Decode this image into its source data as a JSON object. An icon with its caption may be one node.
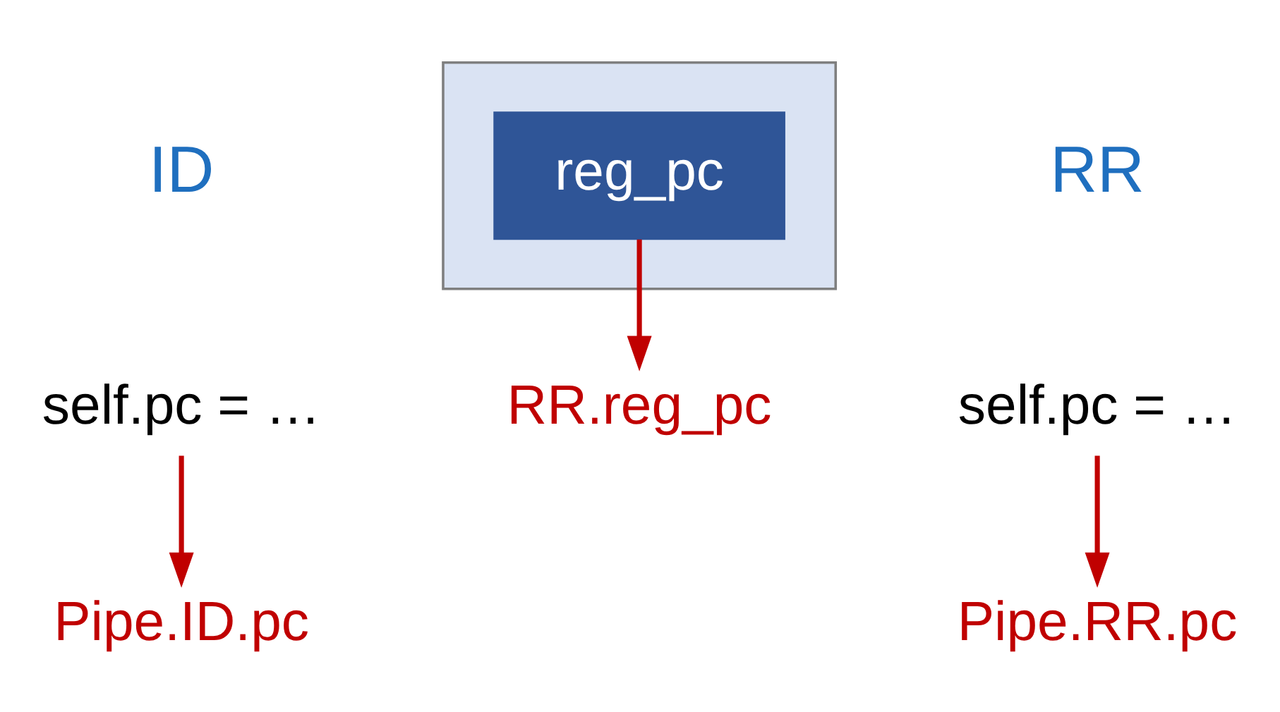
{
  "diagram": {
    "nodes": [
      {
        "text": [
          "self.pc = …"
        ]
      },
      {
        "text": [
          "Pipe.ID.pc"
        ]
      },
      {
        "text": [],
        "shape": "box"
      },
      {
        "text": [
          "reg_pc"
        ],
        "in": 2
      },
      {
        "text": [
          "RR.reg_pc"
        ]
      },
      {
        "text": [
          "self.pc = …"
        ]
      },
      {
        "text": [
          "Pipe.RR.pc"
        ]
      }
    ],
    "edges": [
      {
        "from": 0,
        "to": 1,
        "arrow": "to"
      },
      {
        "from": 3,
        "to": 4,
        "arrow": "to"
      },
      {
        "from": 5,
        "to": 6,
        "arrow": "to"
      }
    ],
    "labels": [
      "ID",
      "RR"
    ]
  }
}
